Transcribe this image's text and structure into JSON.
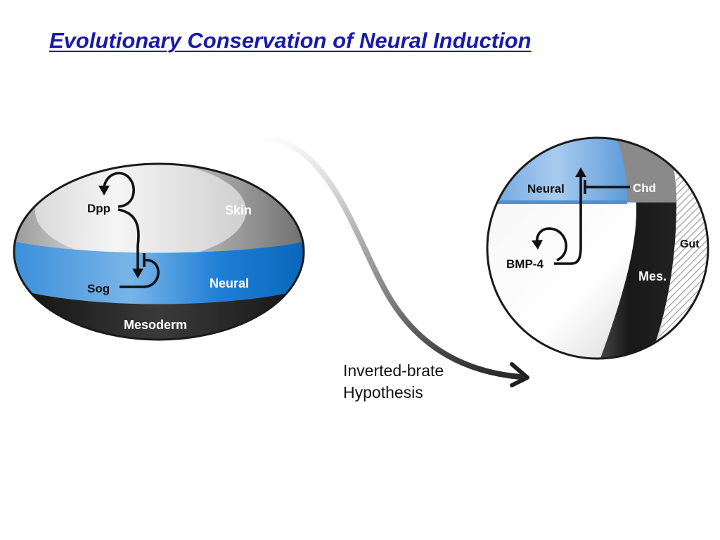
{
  "title": "Evolutionary Conservation of Neural Induction",
  "invertebrate_embryo": {
    "regions": {
      "skin": "Skin",
      "neural": "Neural",
      "mesoderm": "Mesoderm"
    },
    "genes": {
      "dpp": "Dpp",
      "sog": "Sog"
    }
  },
  "vertebrate_embryo": {
    "regions": {
      "neural": "Neural",
      "mesoderm": "Mes.",
      "gut": "Gut"
    },
    "genes": {
      "chd": "Chd",
      "bmp4": "BMP-4"
    }
  },
  "caption": {
    "line1": "Inverted-brate",
    "line2": "Hypothesis"
  },
  "colors": {
    "title": "#1a1aa8",
    "neural_blue": "#0a7ad6",
    "skin_gray": "#8a8a8a",
    "mesoderm_black": "#1e1e1e"
  }
}
